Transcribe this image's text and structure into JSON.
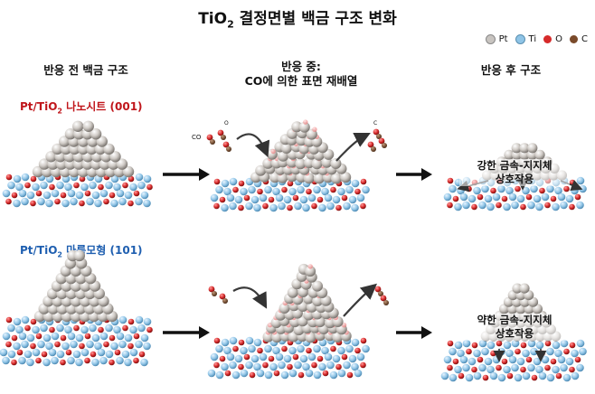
{
  "title": {
    "main": "TiO",
    "sub": "2",
    "rest": " 결정면별 백금 구조 변화"
  },
  "legend": {
    "items": [
      {
        "label": "Pt",
        "color": "#c8c4c0"
      },
      {
        "label": "Ti",
        "color": "#8fc4e6"
      },
      {
        "label": "O",
        "color": "#d62a2a"
      },
      {
        "label": "C",
        "color": "#7a4a2a"
      }
    ]
  },
  "columns": {
    "before": "반응 전 백금 구조",
    "during_line1": "반응 중:",
    "during_line2": "CO에 의한 표면 재배열",
    "after": "반응 후 구조"
  },
  "rows": {
    "top": {
      "prefix": "Pt/TiO",
      "sub": "2",
      "suffix": " 나노시트 (001)",
      "color": "#c0161b"
    },
    "bottom": {
      "prefix": "Pt/TiO",
      "sub": "2",
      "suffix": " 마름모형 (101)",
      "color": "#1f5fb0"
    }
  },
  "annotations": {
    "co_label": "CO",
    "small_label_o": "O",
    "small_label_c": "C",
    "strong_line1": "강한 금속-지지체",
    "strong_line2": "상호작용",
    "weak_line1": "약한 금속-지지체",
    "weak_line2": "상호작용"
  }
}
